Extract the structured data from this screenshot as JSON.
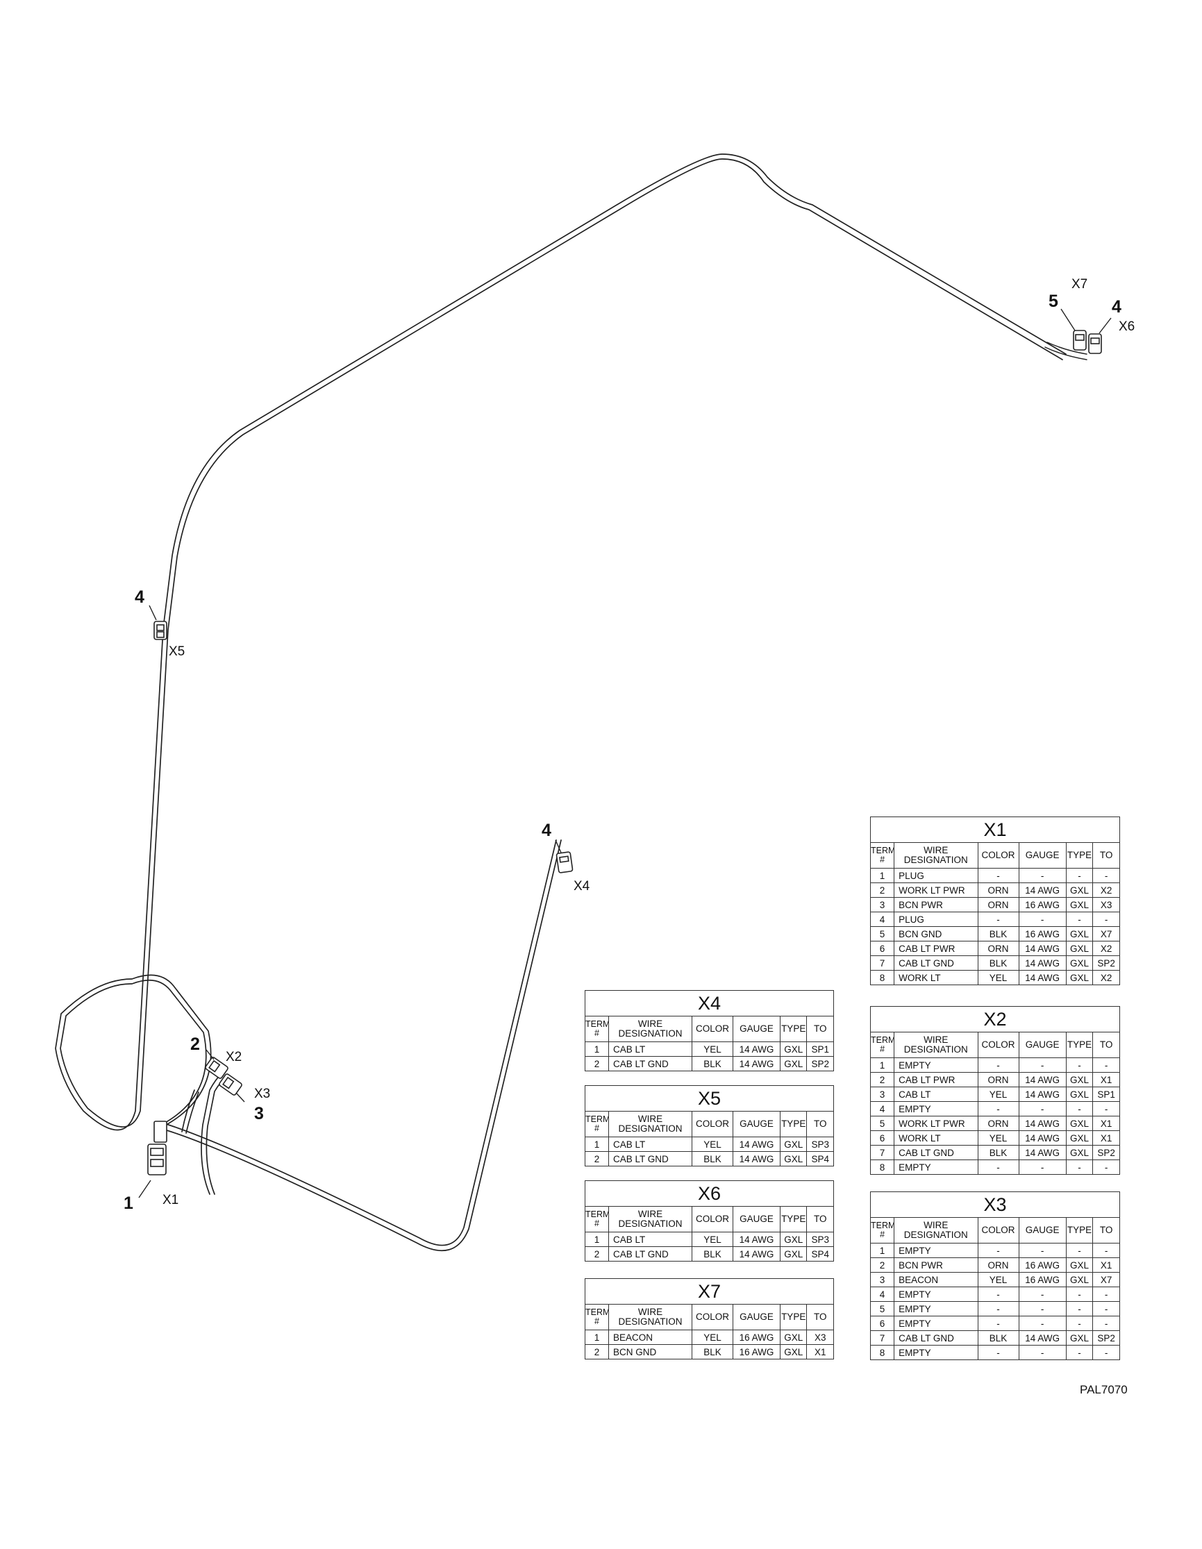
{
  "callouts": {
    "c1": "1",
    "c2": "2",
    "c3": "3",
    "c4_x5": "4",
    "c4_x4": "4",
    "c4_x6": "4",
    "c5": "5"
  },
  "connectors": {
    "x1": "X1",
    "x2": "X2",
    "x3": "X3",
    "x4": "X4",
    "x5": "X5",
    "x6": "X6",
    "x7": "X7"
  },
  "table_headers": {
    "term": "TERM #",
    "wire_designation": "WIRE DESIGNATION",
    "color": "COLOR",
    "gauge": "GAUGE",
    "type": "TYPE",
    "to": "TO"
  },
  "tables": {
    "x1": {
      "title": "X1",
      "rows": [
        [
          "1",
          "PLUG",
          "-",
          "-",
          "-",
          "-"
        ],
        [
          "2",
          "WORK LT PWR",
          "ORN",
          "14 AWG",
          "GXL",
          "X2"
        ],
        [
          "3",
          "BCN PWR",
          "ORN",
          "16 AWG",
          "GXL",
          "X3"
        ],
        [
          "4",
          "PLUG",
          "-",
          "-",
          "-",
          "-"
        ],
        [
          "5",
          "BCN GND",
          "BLK",
          "16 AWG",
          "GXL",
          "X7"
        ],
        [
          "6",
          "CAB LT PWR",
          "ORN",
          "14 AWG",
          "GXL",
          "X2"
        ],
        [
          "7",
          "CAB LT GND",
          "BLK",
          "14 AWG",
          "GXL",
          "SP2"
        ],
        [
          "8",
          "WORK LT",
          "YEL",
          "14 AWG",
          "GXL",
          "X2"
        ]
      ]
    },
    "x2": {
      "title": "X2",
      "rows": [
        [
          "1",
          "EMPTY",
          "-",
          "-",
          "-",
          "-"
        ],
        [
          "2",
          "CAB LT PWR",
          "ORN",
          "14 AWG",
          "GXL",
          "X1"
        ],
        [
          "3",
          "CAB LT",
          "YEL",
          "14 AWG",
          "GXL",
          "SP1"
        ],
        [
          "4",
          "EMPTY",
          "-",
          "-",
          "-",
          "-"
        ],
        [
          "5",
          "WORK LT PWR",
          "ORN",
          "14 AWG",
          "GXL",
          "X1"
        ],
        [
          "6",
          "WORK LT",
          "YEL",
          "14 AWG",
          "GXL",
          "X1"
        ],
        [
          "7",
          "CAB LT GND",
          "BLK",
          "14 AWG",
          "GXL",
          "SP2"
        ],
        [
          "8",
          "EMPTY",
          "-",
          "-",
          "-",
          "-"
        ]
      ]
    },
    "x3": {
      "title": "X3",
      "rows": [
        [
          "1",
          "EMPTY",
          "-",
          "-",
          "-",
          "-"
        ],
        [
          "2",
          "BCN PWR",
          "ORN",
          "16 AWG",
          "GXL",
          "X1"
        ],
        [
          "3",
          "BEACON",
          "YEL",
          "16 AWG",
          "GXL",
          "X7"
        ],
        [
          "4",
          "EMPTY",
          "-",
          "-",
          "-",
          "-"
        ],
        [
          "5",
          "EMPTY",
          "-",
          "-",
          "-",
          "-"
        ],
        [
          "6",
          "EMPTY",
          "-",
          "-",
          "-",
          "-"
        ],
        [
          "7",
          "CAB LT GND",
          "BLK",
          "14 AWG",
          "GXL",
          "SP2"
        ],
        [
          "8",
          "EMPTY",
          "-",
          "-",
          "-",
          "-"
        ]
      ]
    },
    "x4": {
      "title": "X4",
      "rows": [
        [
          "1",
          "CAB LT",
          "YEL",
          "14 AWG",
          "GXL",
          "SP1"
        ],
        [
          "2",
          "CAB LT GND",
          "BLK",
          "14 AWG",
          "GXL",
          "SP2"
        ]
      ]
    },
    "x5": {
      "title": "X5",
      "rows": [
        [
          "1",
          "CAB LT",
          "YEL",
          "14 AWG",
          "GXL",
          "SP3"
        ],
        [
          "2",
          "CAB LT GND",
          "BLK",
          "14 AWG",
          "GXL",
          "SP4"
        ]
      ]
    },
    "x6": {
      "title": "X6",
      "rows": [
        [
          "1",
          "CAB LT",
          "YEL",
          "14 AWG",
          "GXL",
          "SP3"
        ],
        [
          "2",
          "CAB LT GND",
          "BLK",
          "14 AWG",
          "GXL",
          "SP4"
        ]
      ]
    },
    "x7": {
      "title": "X7",
      "rows": [
        [
          "1",
          "BEACON",
          "YEL",
          "16 AWG",
          "GXL",
          "X3"
        ],
        [
          "2",
          "BCN GND",
          "BLK",
          "16 AWG",
          "GXL",
          "X1"
        ]
      ]
    }
  },
  "drawing_id": "PAL7070"
}
